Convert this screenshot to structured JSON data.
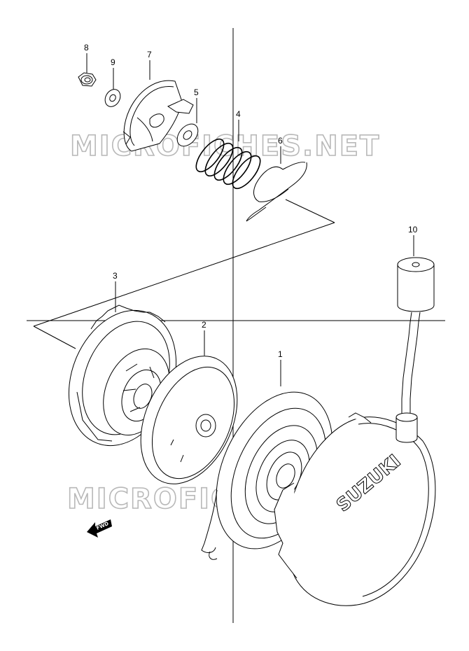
{
  "watermark": "MICROFICHES.NET",
  "brand_mark": "SUZUKI",
  "direction_mark": "FWD",
  "callouts": [
    {
      "id": "1",
      "label": "1"
    },
    {
      "id": "2",
      "label": "2"
    },
    {
      "id": "3",
      "label": "3"
    },
    {
      "id": "4",
      "label": "4"
    },
    {
      "id": "5",
      "label": "5"
    },
    {
      "id": "6",
      "label": "6"
    },
    {
      "id": "7",
      "label": "7"
    },
    {
      "id": "8",
      "label": "8"
    },
    {
      "id": "9",
      "label": "9"
    },
    {
      "id": "10",
      "label": "10"
    }
  ]
}
